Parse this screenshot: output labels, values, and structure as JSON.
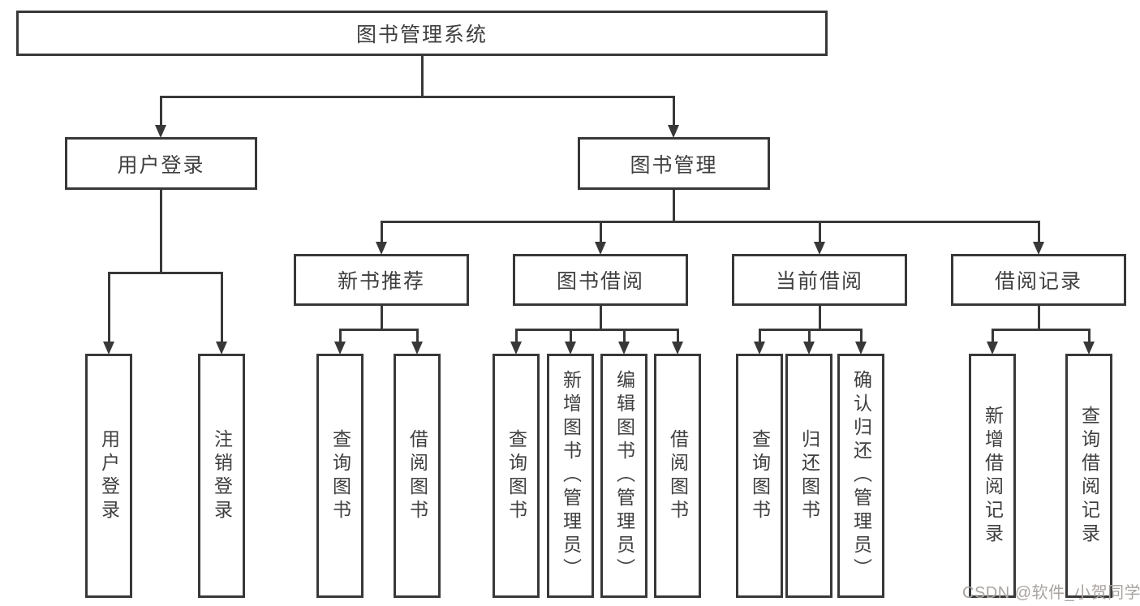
{
  "diagram": {
    "title": "图书管理系统",
    "level2": {
      "user_login": "用户登录",
      "book_mgmt": "图书管理"
    },
    "level3": {
      "new_book": "新书推荐",
      "book_borrow": "图书借阅",
      "current_borrow": "当前借阅",
      "borrow_record": "借阅记录"
    },
    "leaves": {
      "user_login": [
        "用户登录",
        "注销登录"
      ],
      "new_book": [
        "查询图书",
        "借阅图书"
      ],
      "book_borrow": [
        "查询图书",
        "新增图书（管理员）",
        "编辑图书（管理员）",
        "借阅图书"
      ],
      "current_borrow": [
        "查询图书",
        "归还图书",
        "确认归还（管理员）"
      ],
      "borrow_record": [
        "新增借阅记录",
        "查询借阅记录"
      ]
    }
  },
  "watermark": "CSDN @软件_小贺同学",
  "colors": {
    "line": "#383838",
    "text": "#3f3f3f",
    "watermark": "#a9a39f",
    "background": "#ffffff"
  }
}
